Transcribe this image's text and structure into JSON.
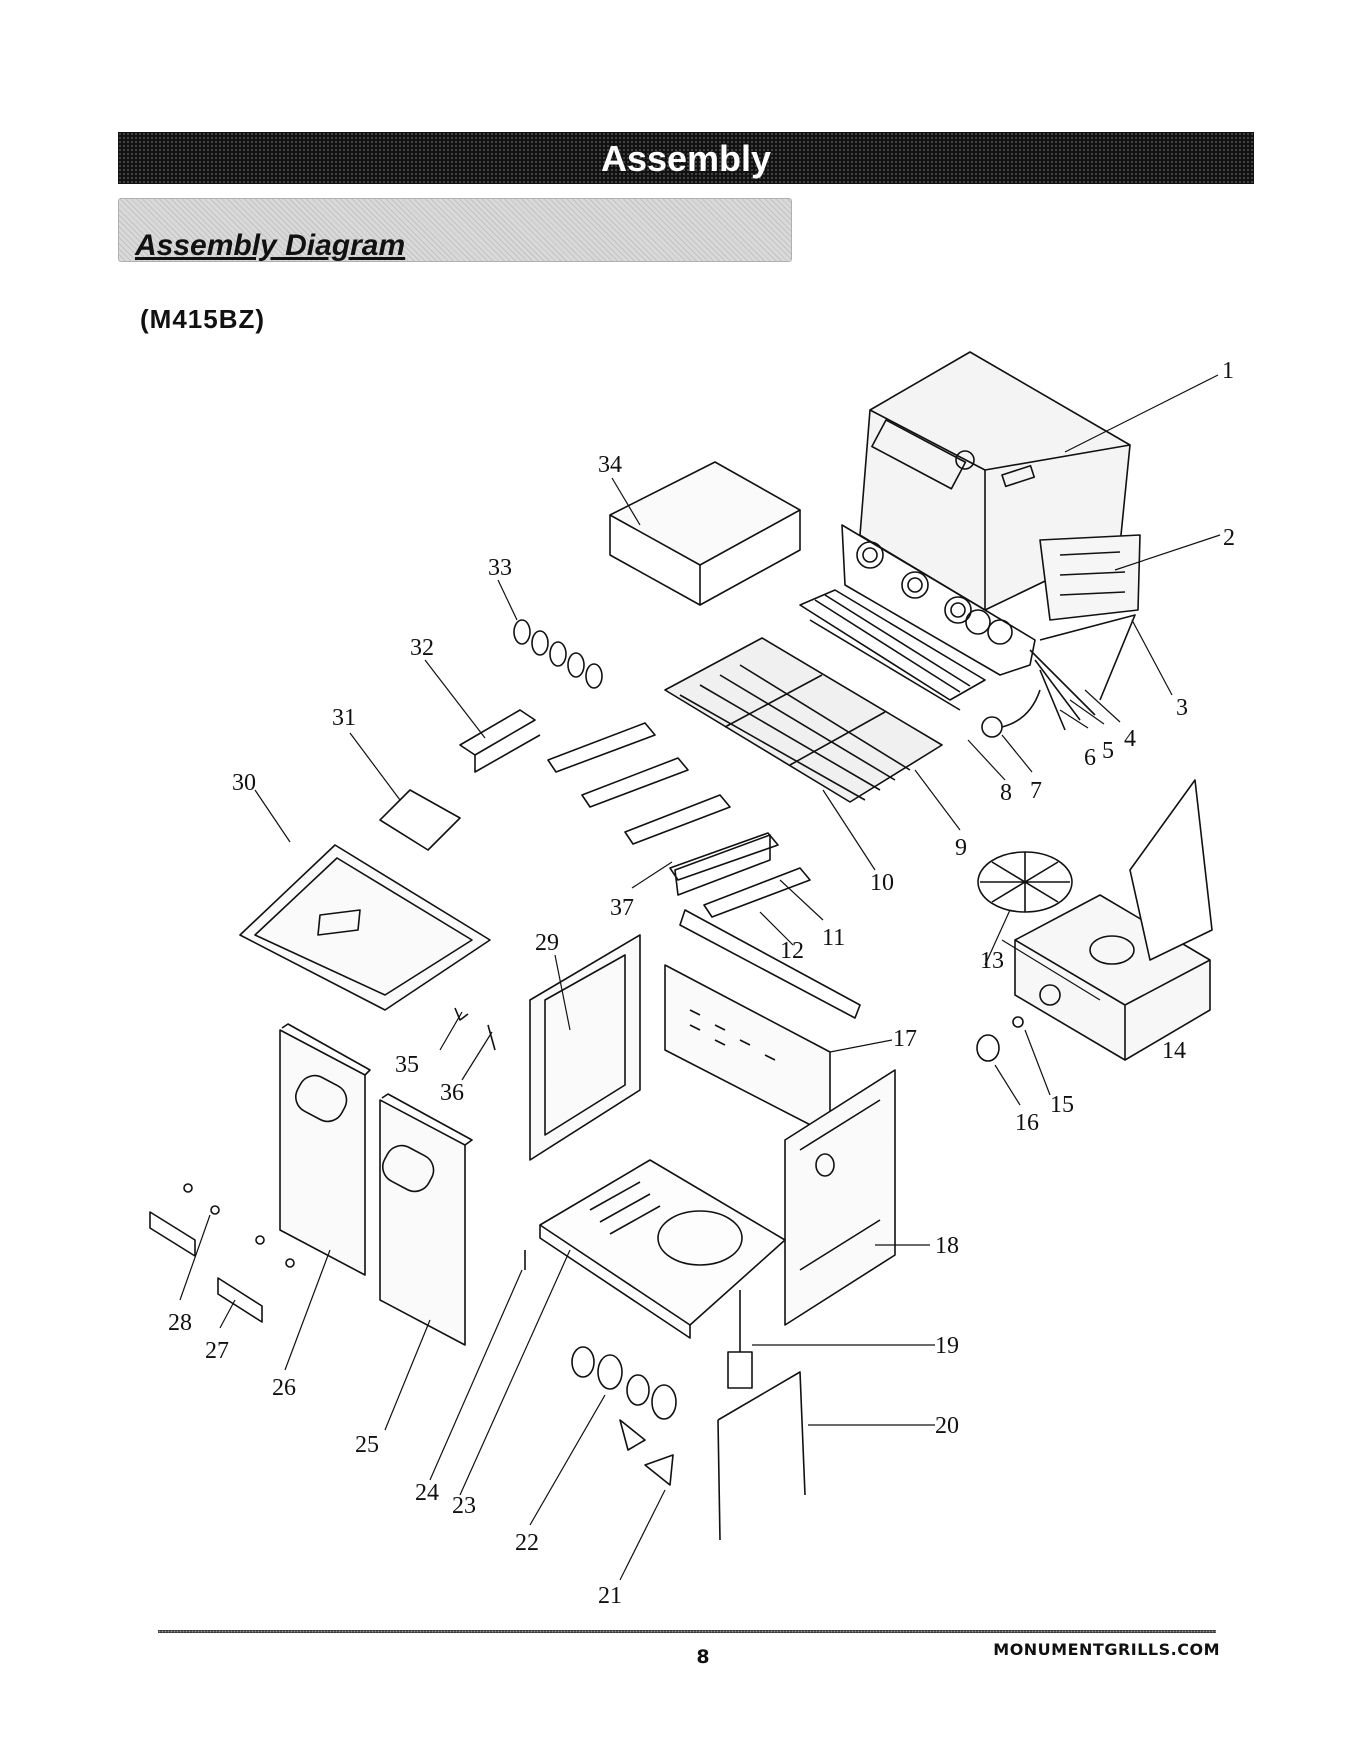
{
  "header": {
    "banner_title": "Assembly",
    "section_title": "Assembly Diagram",
    "model": "(M415BZ)"
  },
  "callouts": [
    "1",
    "2",
    "3",
    "4",
    "5",
    "6",
    "7",
    "8",
    "9",
    "10",
    "11",
    "12",
    "13",
    "14",
    "15",
    "16",
    "17",
    "18",
    "19",
    "20",
    "21",
    "22",
    "23",
    "24",
    "25",
    "26",
    "27",
    "28",
    "29",
    "30",
    "31",
    "32",
    "33",
    "34",
    "35",
    "36",
    "37"
  ],
  "footer": {
    "page_number": "8",
    "website": "MONUMENTGRILLS.COM"
  }
}
